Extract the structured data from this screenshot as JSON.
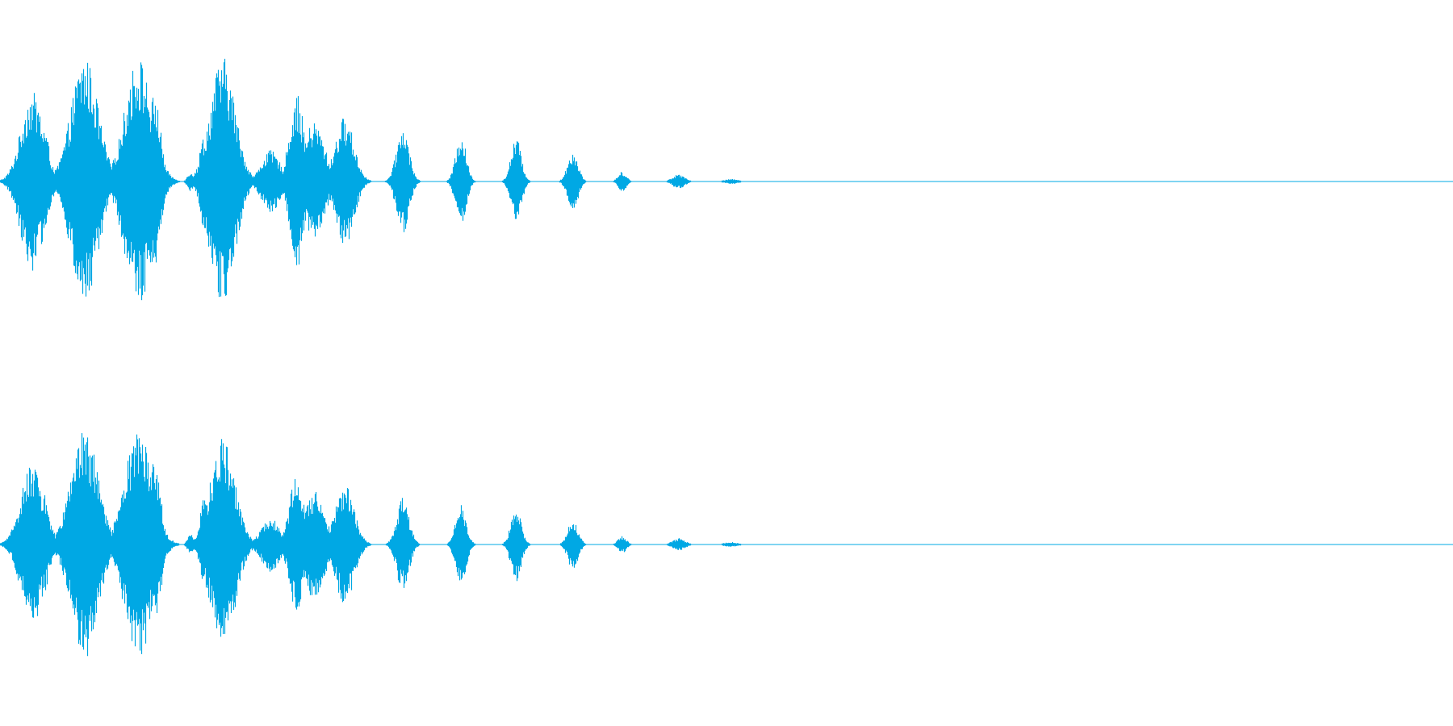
{
  "colors": {
    "background": "#ffffff",
    "waveform": "#00a8e4"
  },
  "channels": [
    {
      "name": "",
      "bursts": [
        {
          "t": 0.022,
          "amp": 0.72,
          "w": 0.011
        },
        {
          "t": 0.03,
          "amp": 0.45,
          "w": 0.005
        },
        {
          "t": 0.058,
          "amp": 1.0,
          "w": 0.013
        },
        {
          "t": 0.095,
          "amp": 1.0,
          "w": 0.013
        },
        {
          "t": 0.106,
          "amp": 0.7,
          "w": 0.006
        },
        {
          "t": 0.131,
          "amp": 0.08,
          "w": 0.003
        },
        {
          "t": 0.14,
          "amp": 0.38,
          "w": 0.004
        },
        {
          "t": 0.153,
          "amp": 1.0,
          "w": 0.012
        },
        {
          "t": 0.186,
          "amp": 0.25,
          "w": 0.009
        },
        {
          "t": 0.204,
          "amp": 0.7,
          "w": 0.007
        },
        {
          "t": 0.216,
          "amp": 0.48,
          "w": 0.01
        },
        {
          "t": 0.237,
          "amp": 0.52,
          "w": 0.009
        },
        {
          "t": 0.277,
          "amp": 0.44,
          "w": 0.006
        },
        {
          "t": 0.317,
          "amp": 0.38,
          "w": 0.005
        },
        {
          "t": 0.355,
          "amp": 0.35,
          "w": 0.005
        },
        {
          "t": 0.394,
          "amp": 0.25,
          "w": 0.005
        },
        {
          "t": 0.428,
          "amp": 0.08,
          "w": 0.004
        },
        {
          "t": 0.467,
          "amp": 0.06,
          "w": 0.006
        },
        {
          "t": 0.503,
          "amp": 0.02,
          "w": 0.007
        }
      ]
    },
    {
      "name": "",
      "bursts": [
        {
          "t": 0.022,
          "amp": 0.64,
          "w": 0.011
        },
        {
          "t": 0.03,
          "amp": 0.4,
          "w": 0.005
        },
        {
          "t": 0.058,
          "amp": 0.92,
          "w": 0.013
        },
        {
          "t": 0.095,
          "amp": 0.92,
          "w": 0.013
        },
        {
          "t": 0.106,
          "amp": 0.68,
          "w": 0.006
        },
        {
          "t": 0.131,
          "amp": 0.08,
          "w": 0.003
        },
        {
          "t": 0.14,
          "amp": 0.36,
          "w": 0.004
        },
        {
          "t": 0.153,
          "amp": 0.85,
          "w": 0.012
        },
        {
          "t": 0.186,
          "amp": 0.22,
          "w": 0.009
        },
        {
          "t": 0.204,
          "amp": 0.58,
          "w": 0.007
        },
        {
          "t": 0.216,
          "amp": 0.45,
          "w": 0.01
        },
        {
          "t": 0.237,
          "amp": 0.48,
          "w": 0.009
        },
        {
          "t": 0.277,
          "amp": 0.38,
          "w": 0.006
        },
        {
          "t": 0.317,
          "amp": 0.34,
          "w": 0.005
        },
        {
          "t": 0.355,
          "amp": 0.3,
          "w": 0.005
        },
        {
          "t": 0.394,
          "amp": 0.2,
          "w": 0.005
        },
        {
          "t": 0.428,
          "amp": 0.07,
          "w": 0.004
        },
        {
          "t": 0.467,
          "amp": 0.05,
          "w": 0.006
        },
        {
          "t": 0.503,
          "amp": 0.02,
          "w": 0.007
        }
      ]
    }
  ]
}
